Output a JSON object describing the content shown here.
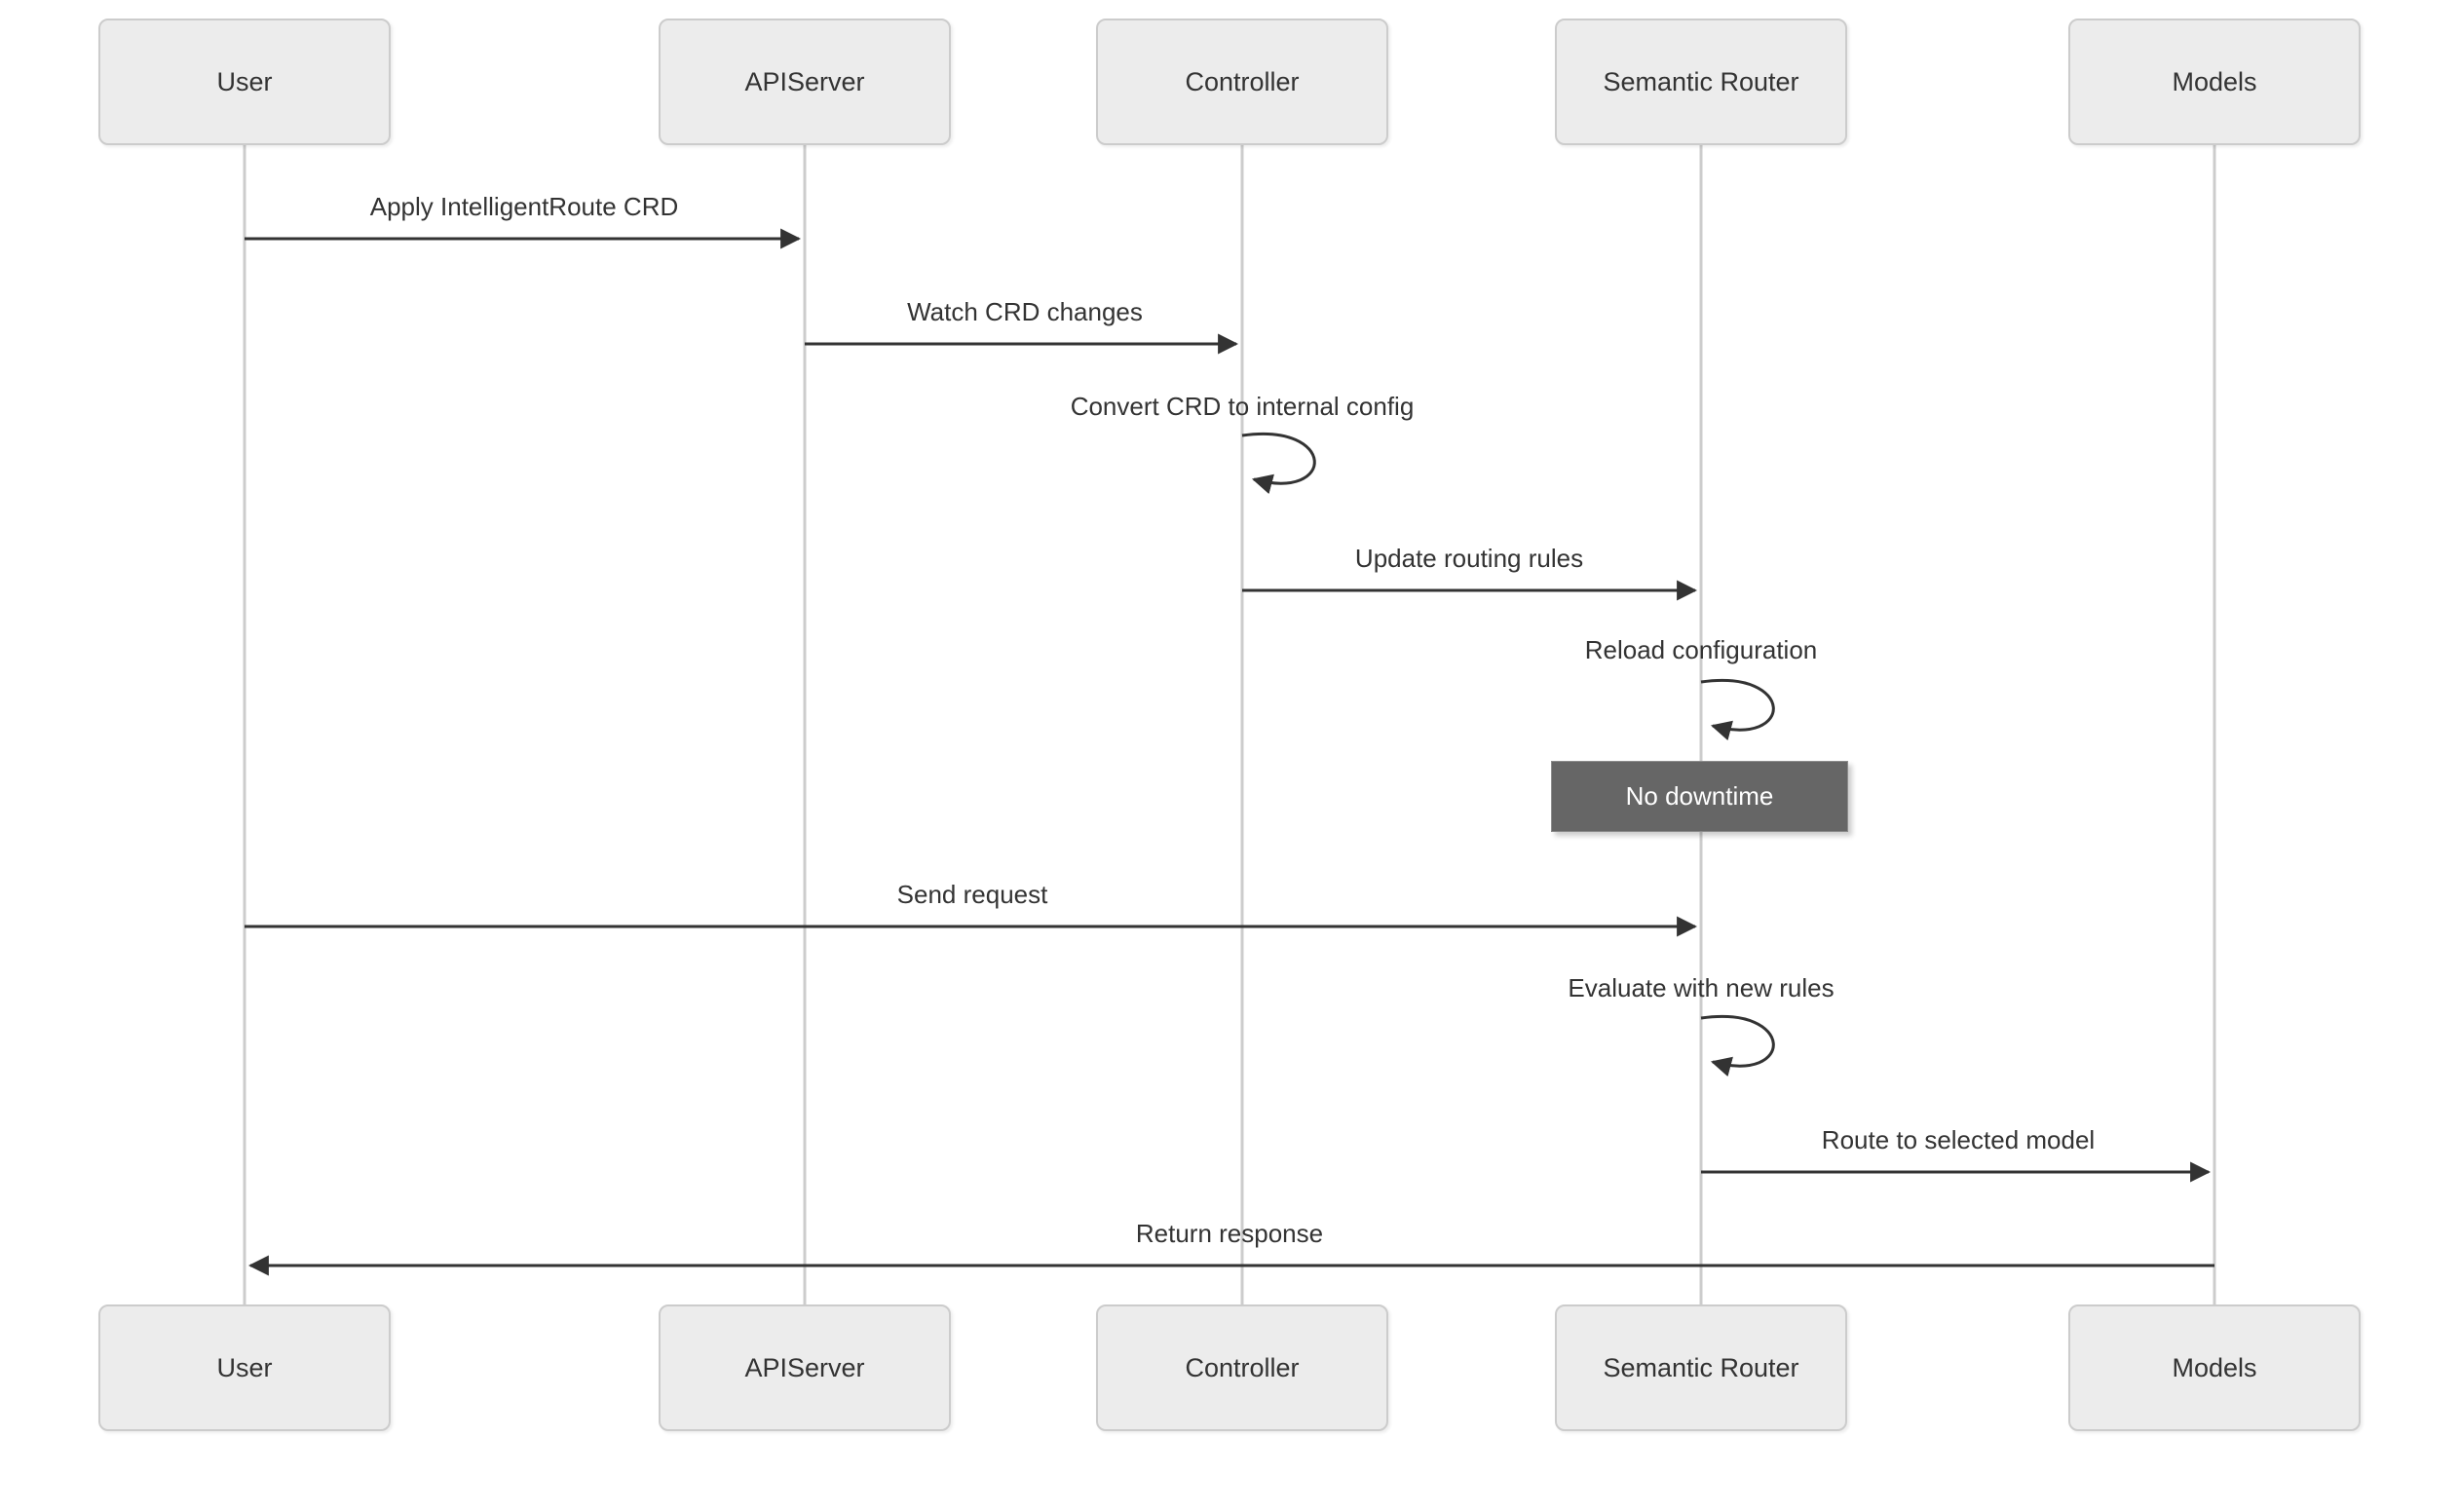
{
  "diagram_type": "sequence",
  "actors": [
    {
      "label": "User"
    },
    {
      "label": "APIServer"
    },
    {
      "label": "Controller"
    },
    {
      "label": "Semantic Router"
    },
    {
      "label": "Models"
    }
  ],
  "messages": [
    {
      "label": "Apply IntelligentRoute CRD",
      "from": "User",
      "to": "APIServer",
      "type": "arrow"
    },
    {
      "label": "Watch CRD changes",
      "from": "APIServer",
      "to": "Controller",
      "type": "arrow"
    },
    {
      "label": "Convert CRD to internal config",
      "from": "Controller",
      "to": "Controller",
      "type": "self-loop"
    },
    {
      "label": "Update routing rules",
      "from": "Controller",
      "to": "Semantic Router",
      "type": "arrow"
    },
    {
      "label": "Reload configuration",
      "from": "Semantic Router",
      "to": "Semantic Router",
      "type": "self-loop"
    },
    {
      "label": "Send request",
      "from": "User",
      "to": "Semantic Router",
      "type": "arrow"
    },
    {
      "label": "Evaluate with new rules",
      "from": "Semantic Router",
      "to": "Semantic Router",
      "type": "self-loop"
    },
    {
      "label": "Route to selected model",
      "from": "Semantic Router",
      "to": "Models",
      "type": "arrow"
    },
    {
      "label": "Return response",
      "from": "Models",
      "to": "User",
      "type": "arrow"
    }
  ],
  "note": {
    "label": "No downtime",
    "anchor": "Semantic Router"
  },
  "colors": {
    "background": "#ffffff",
    "actor_fill": "#ececec",
    "actor_border": "#cccccc",
    "lifeline": "#cccccc",
    "arrow": "#333333",
    "text": "#333333",
    "note_fill": "#666666",
    "note_border": "#8c8c8c",
    "note_text": "#ffffff"
  }
}
